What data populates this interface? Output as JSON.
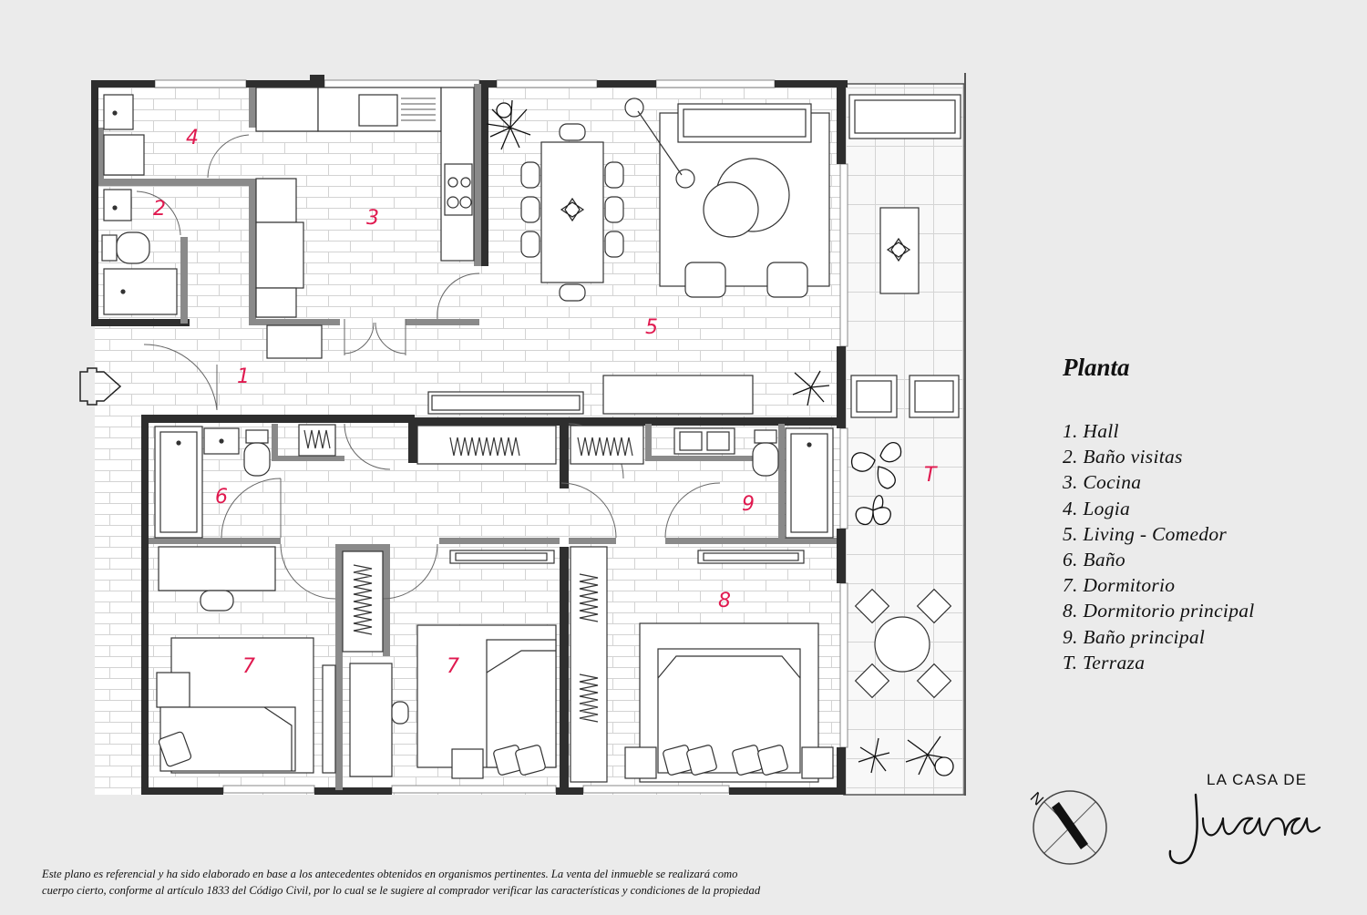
{
  "legend": {
    "title": "Planta",
    "items": [
      "1.  Hall",
      "2.  Baño visitas",
      "3.  Cocina",
      "4.  Logia",
      "5.  Living - Comedor",
      "6.  Baño",
      "7.  Dormitorio",
      "8.  Dormitorio principal",
      "9.  Baño principal",
      "T. Terraza"
    ]
  },
  "room_labels": {
    "hall": "1",
    "bano_visitas": "2",
    "cocina": "3",
    "logia": "4",
    "living_comedor": "5",
    "bano": "6",
    "dormitorio_a": "7",
    "dormitorio_b": "7",
    "dormitorio_principal": "8",
    "bano_principal": "9",
    "terraza": "T"
  },
  "compass": {
    "label": "N"
  },
  "brand": {
    "line1": "LA CASA DE",
    "logo_word": "Juana"
  },
  "disclaimer": {
    "line1": "Este plano es referencial y ha sido elaborado en base a los antecedentes obtenidos en organismos pertinentes.  La venta del inmueble se realizará como",
    "line2": "cuerpo cierto,  conforme al artículo 1833 del Código Civil, por lo cual se le sugiere al comprador verificar las características y condiciones de la propiedad"
  },
  "colors": {
    "background": "#ebebeb",
    "wall_exterior": "#2e2e2e",
    "wall_interior": "#8a8a8a",
    "floor": "#ffffff",
    "room_number": "#e0194f",
    "text": "#111111"
  }
}
